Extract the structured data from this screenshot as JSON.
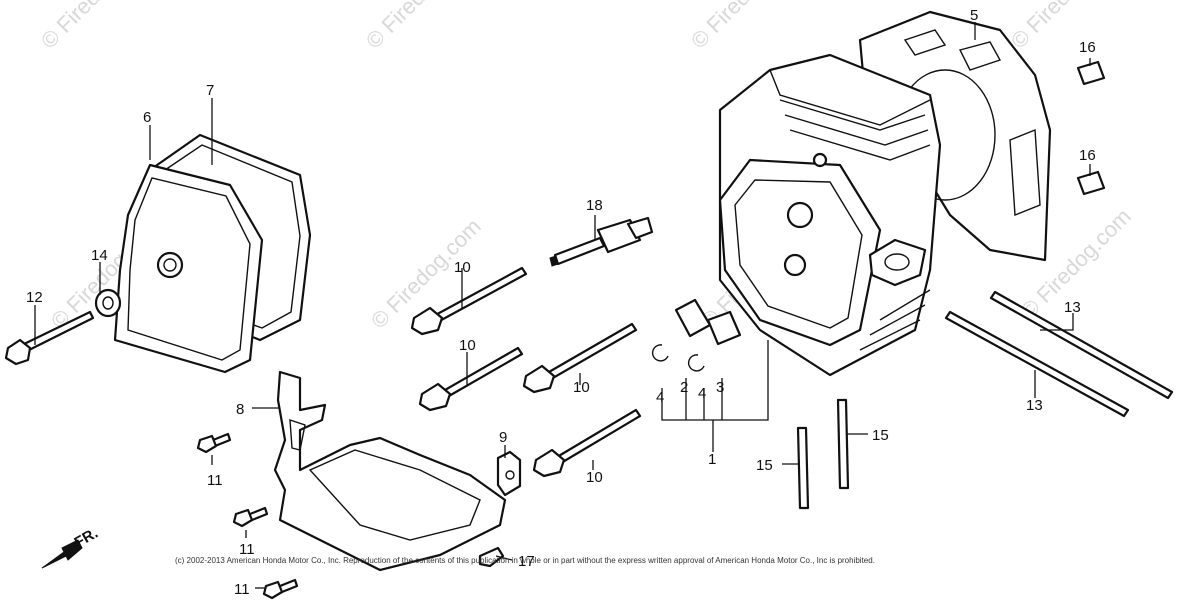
{
  "diagram": {
    "callouts": [
      "1",
      "2",
      "3",
      "4",
      "4",
      "5",
      "6",
      "7",
      "8",
      "9",
      "10",
      "10",
      "10",
      "10",
      "11",
      "11",
      "11",
      "12",
      "13",
      "13",
      "14",
      "15",
      "15",
      "16",
      "16",
      "17",
      "18"
    ],
    "direction_label": "FR.",
    "watermark": "© Firedog.com",
    "copyright": "(c) 2002-2013 American Honda Motor Co., Inc. Reproduction of the contents of this publication in whole or in part without the express written approval of American Honda Motor Co., Inc is prohibited."
  }
}
